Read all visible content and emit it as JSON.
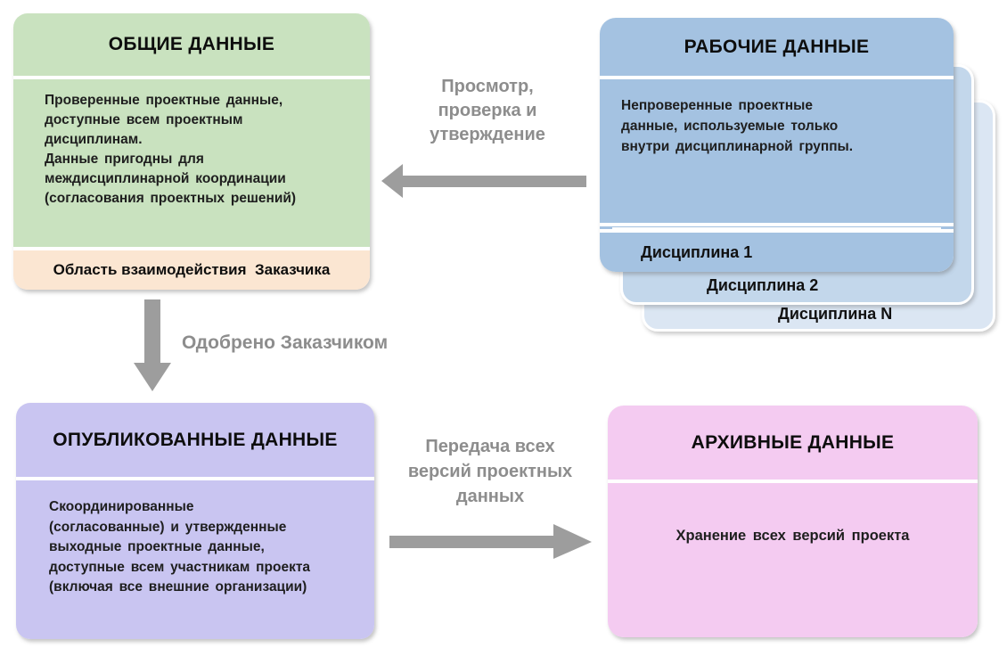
{
  "colors": {
    "green_box": "#c9e2bf",
    "peach_strip": "#fbe6d2",
    "blue_card_front": "#a4c2e1",
    "blue_card_mid": "#c3d7eb",
    "blue_card_back": "#dbe6f3",
    "purple_box": "#c9c5f1",
    "pink_box": "#f4cbf1",
    "arrow_gray": "#9d9d9d",
    "connector_label_gray": "#8d8d8d",
    "text_dark": "#1e1e1e"
  },
  "boxes": {
    "shared": {
      "title": "ОБЩИЕ ДАННЫЕ",
      "body": "Проверенные проектные данные,\nдоступные всем проектным\nдисциплинам.\nДанные пригодны для\nмеждисциплинарной координации\n(согласования проектных решений)",
      "footer": "Область взаимодействия  Заказчика"
    },
    "working": {
      "title": "РАБОЧИЕ ДАННЫЕ",
      "body": "Непроверенные проектные\nданные, используемые только\nвнутри дисциплинарной группы.",
      "disciplines": [
        "Дисциплина 1",
        "Дисциплина 2",
        "Дисциплина N"
      ]
    },
    "published": {
      "title": "ОПУБЛИКОВАННЫЕ ДАННЫЕ",
      "body": "Скоординированные\n(согласованные) и утвержденные\nвыходные проектные данные,\nдоступные всем участникам проекта\n(включая все внешние организации)"
    },
    "archive": {
      "title": "АРХИВНЫЕ ДАННЫЕ",
      "body": "Хранение всех версий проекта"
    }
  },
  "connectors": {
    "review": {
      "label": "Просмотр,\nпроверка и\nутверждение",
      "direction": "right-to-left"
    },
    "approval": {
      "label": "Одобрено Заказчиком",
      "direction": "top-to-bottom"
    },
    "transfer": {
      "label": "Передача всех\nверсий проектных\nданных",
      "direction": "left-to-right"
    }
  }
}
